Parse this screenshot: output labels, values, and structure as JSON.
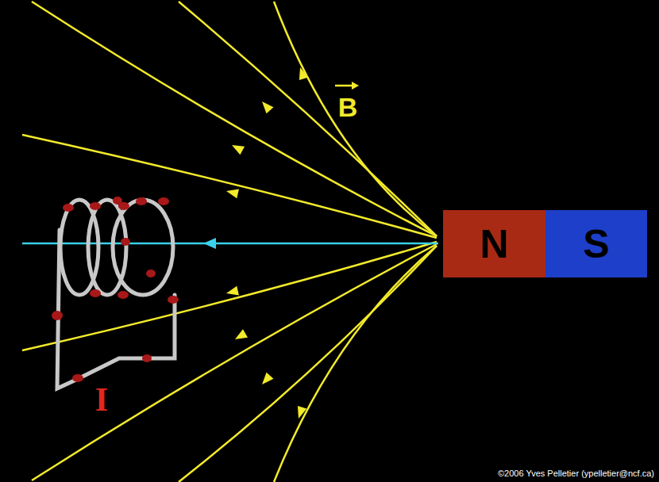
{
  "diagram": {
    "nodes": [
      {
        "text": [
          "N"
        ]
      },
      {
        "text": [
          "S"
        ]
      }
    ],
    "labels": [
      "B",
      "I",
      "©2006 Yves Pelletier (ypelletier@ncf.ca)"
    ]
  }
}
